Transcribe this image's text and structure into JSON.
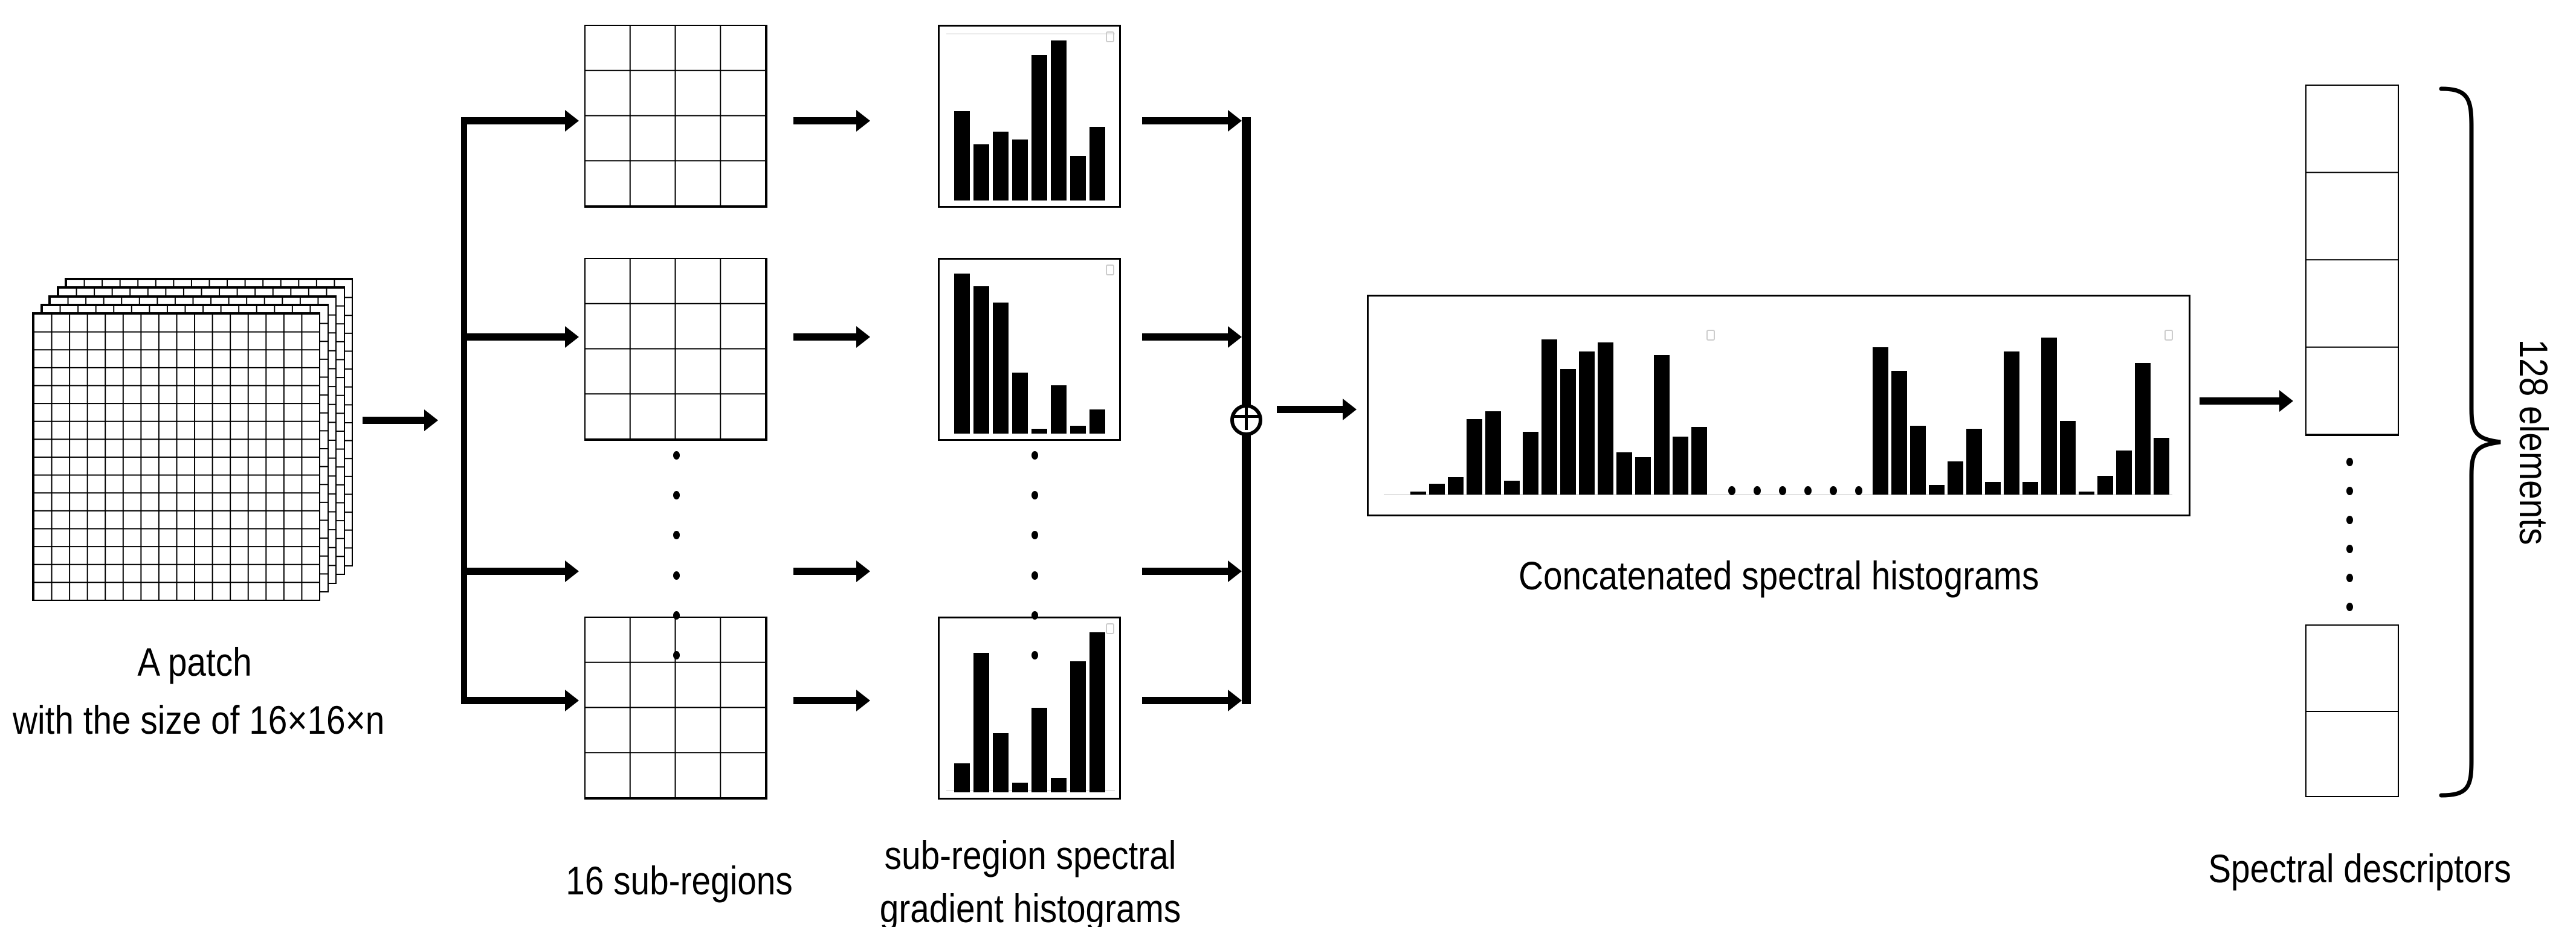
{
  "patch": {
    "label_line1": "A patch",
    "label_line2": "with the size of 16×16×n",
    "layers": 5,
    "grid_rows": 16,
    "grid_cols": 16
  },
  "subregions": {
    "label": "16 sub-regions",
    "grid_rows": 4,
    "grid_cols": 4,
    "visible_grids": 3,
    "total": 16
  },
  "subregion_histograms": {
    "label_line1": "sub-region spectral",
    "label_line2": "gradient histograms",
    "bars_per_histogram": 8,
    "series": [
      [
        0.56,
        0.35,
        0.43,
        0.38,
        0.91,
        1.0,
        0.28,
        0.46
      ],
      [
        1.0,
        0.92,
        0.82,
        0.38,
        0.03,
        0.3,
        0.05,
        0.15
      ],
      [
        0.18,
        0.87,
        0.37,
        0.06,
        0.53,
        0.09,
        0.82,
        1.0
      ]
    ]
  },
  "aggregator": {
    "symbol": "⊕"
  },
  "concatenated": {
    "label": "Concatenated spectral histograms",
    "left_values": [
      0.02,
      0.07,
      0.11,
      0.48,
      0.53,
      0.09,
      0.4,
      0.99,
      0.8,
      0.91,
      0.97,
      0.27,
      0.24,
      0.89,
      0.37,
      0.43
    ],
    "right_values": [
      0.94,
      0.79,
      0.44,
      0.06,
      0.21,
      0.42,
      0.08,
      0.91,
      0.08,
      1.0,
      0.47,
      0.02,
      0.12,
      0.28,
      0.84,
      0.36
    ]
  },
  "descriptors": {
    "label": "Spectral descriptors",
    "upper_cells": 4,
    "lower_cells": 2
  },
  "brace": {
    "label": "128 elements"
  },
  "dots_per_ellipsis": 6,
  "colors": {
    "ink": "#000000",
    "paper": "#ffffff",
    "artifact_line": "#e2e2e2",
    "artifact_box": "#cccccc"
  }
}
